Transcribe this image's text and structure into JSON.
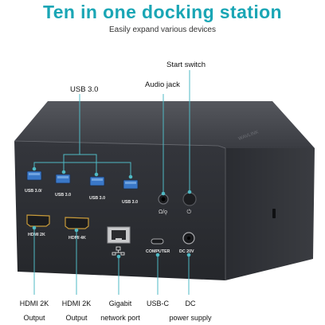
{
  "headline": "Ten in one docking station",
  "subline": "Easily expand various devices",
  "callouts": {
    "start_switch": "Start switch",
    "audio_jack": "Audio jack",
    "usb3": "USB 3.0"
  },
  "port_labels": {
    "usb_1": "USB 3.0/",
    "usb_2": "USB 3.0",
    "usb_3": "USB 3.0",
    "usb_4": "USB 3.0",
    "hdmi_2k": "HDMI 2K",
    "hdmi_4k": "HDMI 4K",
    "computer": "COMPUTER",
    "dc": "DC 20V"
  },
  "bottom_labels": {
    "hdmi1_a": "HDMI 2K",
    "hdmi1_b": "Output",
    "hdmi2_a": "HDMI 2K",
    "hdmi2_b": "Output",
    "lan_a": "Gigabit",
    "lan_b": "network port",
    "usbc": "USB-C",
    "dc_a": "DC",
    "dc_b": "power supply"
  },
  "colors": {
    "accent_title": "#1aa6b5",
    "usb_port": "#3a78c8",
    "leader_line": "#4fb9c4",
    "chassis": "#2e3036"
  }
}
